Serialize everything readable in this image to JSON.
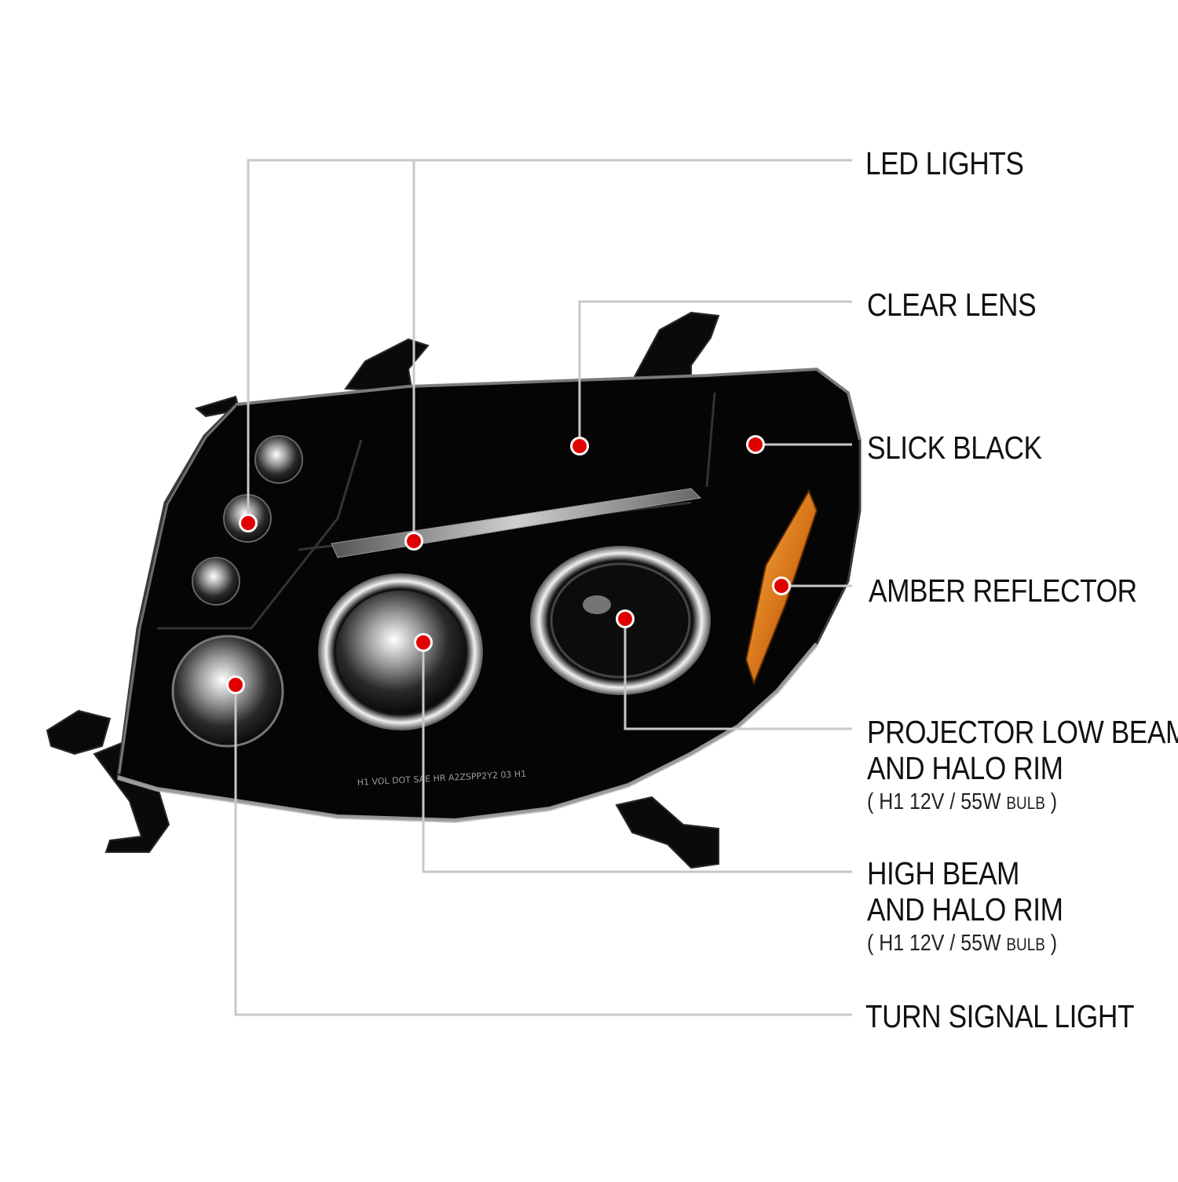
{
  "labels": {
    "led_lights": "LED LIGHTS",
    "clear_lens": "CLEAR LENS",
    "slick_black": "SLICK BLACK",
    "amber_reflector": "AMBER REFLECTOR",
    "projector_line1": "PROJECTOR LOW BEAM",
    "projector_line2": "AND HALO RIM",
    "projector_spec_open": "( H1  12V / 55W ",
    "projector_spec_bulb": "BULB",
    "projector_spec_close": " )",
    "high_line1": "HIGH BEAM",
    "high_line2": "AND HALO RIM",
    "high_spec_open": "( H1  12V / 55W ",
    "high_spec_bulb": "BULB",
    "high_spec_close": " )",
    "turn_signal": "TURN SIGNAL LIGHT"
  },
  "lens_marking": "H1   VOL DOT SAE HR A2ZSPP2Y2 03   H1",
  "colors": {
    "housing": "#050505",
    "callout_line": "#c8c8c8",
    "marker": "#e00000",
    "amber": "#e8901a"
  }
}
